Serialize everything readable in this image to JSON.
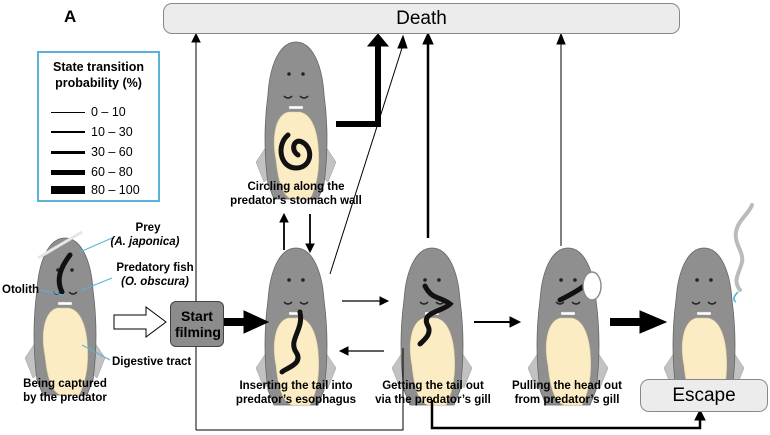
{
  "panel_label": "A",
  "death_label": "Death",
  "escape_label": "Escape",
  "start_label": "Start filming",
  "legend": {
    "title": "State transition probability (%)",
    "rows": [
      {
        "label": "0 – 10",
        "weight": 1
      },
      {
        "label": "10 – 30",
        "weight": 1.5
      },
      {
        "label": "30 – 60",
        "weight": 3
      },
      {
        "label": "60 – 80",
        "weight": 5
      },
      {
        "label": "80 – 100",
        "weight": 8
      }
    ],
    "border_color": "#59b3d6"
  },
  "states": {
    "captured": "Being captured\nby the predator",
    "circling": "Circling along the\npredator’s stomach wall",
    "inserting": "Inserting the tail into\npredator’s esophagus",
    "getting": "Getting the tail out\nvia the predator’s gill",
    "pulling": "Pulling the head out\nfrom predator’s gill"
  },
  "annotations": {
    "prey": "Prey",
    "prey_species": "(A. japonica)",
    "predator": "Predatory fish",
    "predator_species": "(O. obscura)",
    "otolith": "Otolith",
    "digestive": "Digestive tract"
  },
  "colors": {
    "fish_body": "#8f8f8f",
    "fish_fin": "#bdbdbd",
    "stomach": "#fbecc4",
    "eel": "#111111",
    "box_fill": "#ececec"
  }
}
